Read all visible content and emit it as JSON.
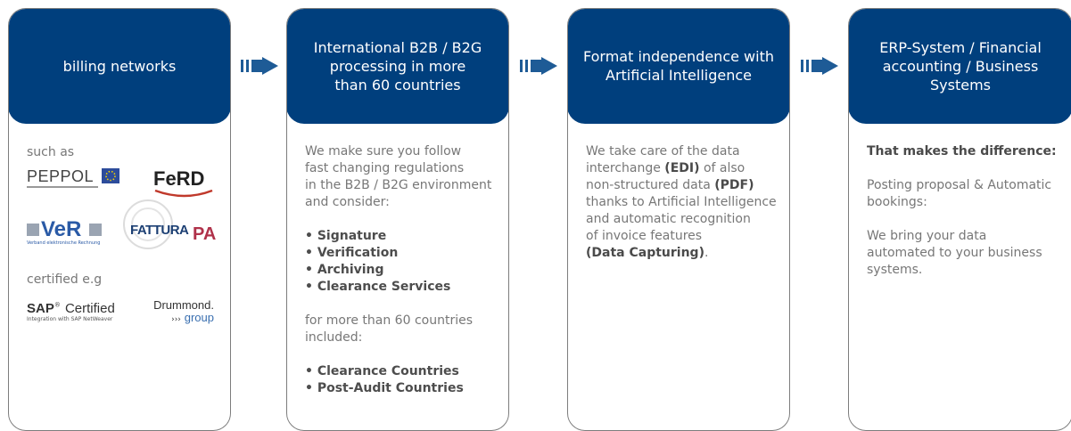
{
  "colors": {
    "header_bg": "#003f7d",
    "text": "#777777",
    "bold_text": "#4a4a4a"
  },
  "cards": [
    {
      "title": "billing networks",
      "such_as": "such as",
      "logos": [
        "PEPPOL",
        "FeRD",
        "VeR",
        "Verband elektronische Rechnung",
        "FATTURA",
        "PA"
      ],
      "certified": "certified e.g",
      "sap": "SAP",
      "sap_certified": "Certified",
      "sap_sub": "Integration with SAP NetWeaver",
      "drummond": "Drummond.",
      "drummond_group": "group"
    },
    {
      "title": "International B2B / B2G processing in more than 60 countries",
      "lines": [
        "We make sure you follow",
        "fast changing regulations",
        "in the B2B / B2G environment",
        "and consider:"
      ],
      "bullets1": [
        "• Signature",
        "• Verification",
        "• Archiving",
        "• Clearance Services"
      ],
      "lines2": [
        "for more than 60 countries",
        "included:"
      ],
      "bullets2": [
        "• Clearance Countries",
        "• Post-Audit Countries"
      ]
    },
    {
      "title": "Format independence with Artificial Intelligence",
      "l1": "We take care of the data",
      "l2a": "interchange ",
      "l2b": "(EDI)",
      "l2c": " of also",
      "l3a": "non-structured data ",
      "l3b": "(PDF)",
      "l4": "thanks to Artificial Intelligence",
      "l5": "and automatic recognition",
      "l6": "of invoice features",
      "l7a": "(Data Capturing)",
      "l7b": "."
    },
    {
      "title": "ERP-System / Financial accounting / Business Systems",
      "headline": "That makes the difference:",
      "p1": "Posting proposal & Automatic bookings:",
      "p2": "We bring your data automated to your business systems."
    }
  ]
}
